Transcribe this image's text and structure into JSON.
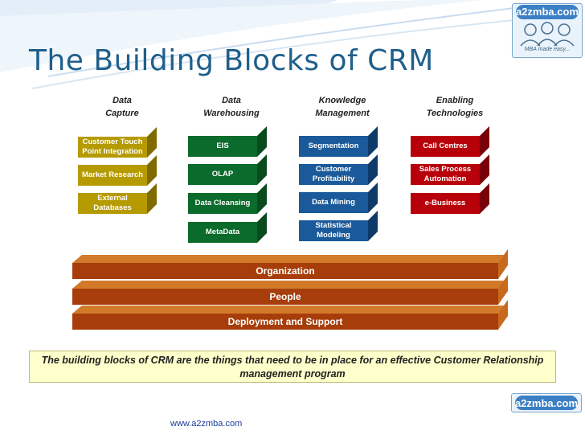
{
  "title": "The Building Blocks of CRM",
  "logo": {
    "brand": "a2zmba.com",
    "tagline": "MBA made easy..."
  },
  "columns": [
    {
      "header_line1": "Data",
      "header_line2": "Capture",
      "blocks": [
        "Customer Touch Point Integration",
        "Market Research",
        "External Databases"
      ]
    },
    {
      "header_line1": "Data",
      "header_line2": "Warehousing",
      "blocks": [
        "EIS",
        "OLAP",
        "Data Cleansing",
        "MetaData"
      ]
    },
    {
      "header_line1": "Knowledge",
      "header_line2": "Management",
      "blocks": [
        "Segmentation",
        "Customer Profitability",
        "Data Mining",
        "Statistical Modeling"
      ]
    },
    {
      "header_line1": "Enabling",
      "header_line2": "Technologies",
      "blocks": [
        "Call Centres",
        "Sales Process Automation",
        "e-Business"
      ]
    }
  ],
  "foundation": [
    "Organization",
    "People",
    "Deployment and Support"
  ],
  "caption": "The building blocks of CRM are the things that need to be in place for an effective Customer Relationship management program",
  "footer_url": "www.a2zmba.com",
  "colors": {
    "title": "#1f5f8b",
    "data_capture": "#b59a00",
    "data_warehousing": "#0b6b2c",
    "knowledge_management": "#1a5a9a",
    "enabling_technologies": "#b8000a",
    "foundation": "#a63d0a",
    "caption_bg": "#ffffcc"
  }
}
